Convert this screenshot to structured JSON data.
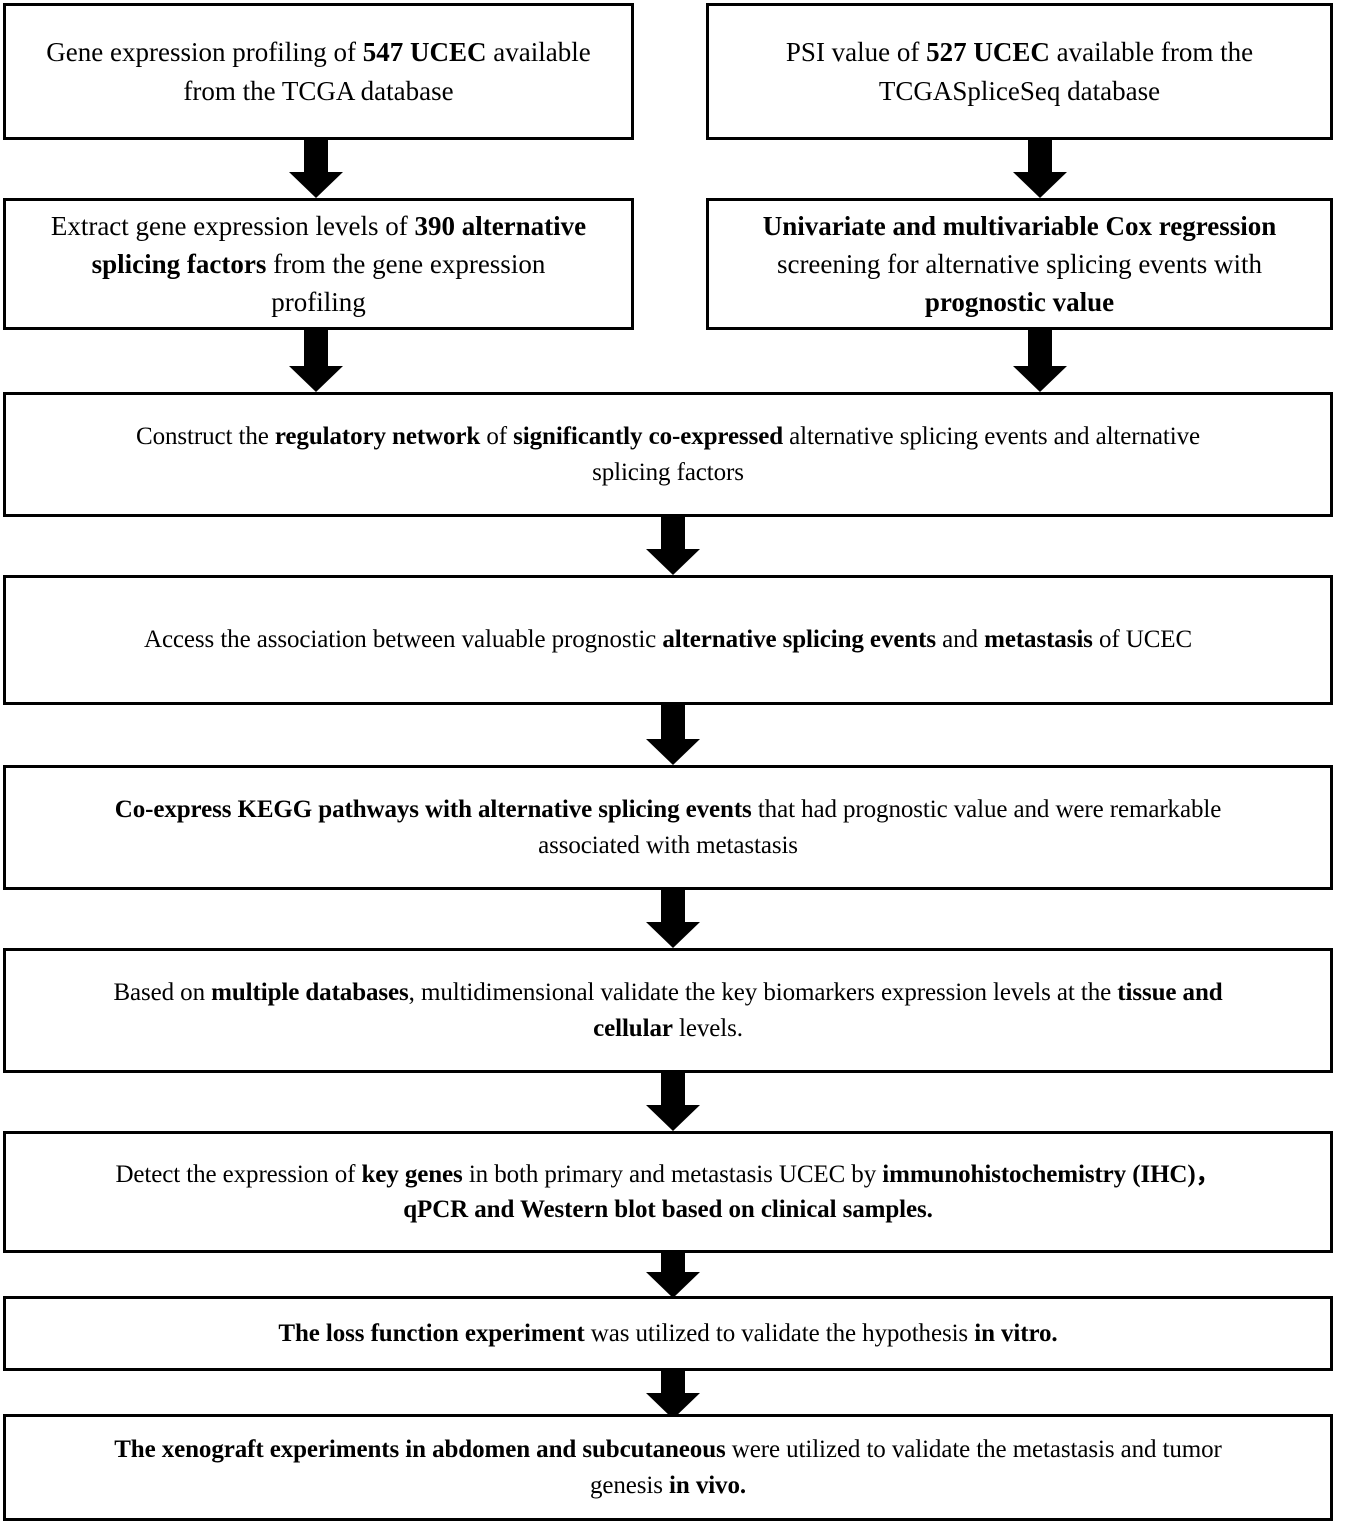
{
  "diagram": {
    "title": "Study design flowchart for alternative splicing analysis in UCEC",
    "theme": {
      "line_color": "#000000",
      "box_fill": "#ffffff",
      "text_color": "#000000"
    },
    "nodes": [
      {
        "id": "n1",
        "name": "gene-expression-profiling-box",
        "lines": [
          [
            {
              "t": "Gene expression profiling of ",
              "b": false
            },
            {
              "t": "547 UCEC",
              "b": true
            },
            {
              "t": " available",
              "b": false
            }
          ],
          [
            {
              "t": "from the TCGA database",
              "b": false
            }
          ]
        ],
        "plain": "Gene expression profiling of 547 UCEC available from the TCGA database"
      },
      {
        "id": "n2",
        "name": "psi-value-box",
        "lines": [
          [
            {
              "t": "PSI value of ",
              "b": false
            },
            {
              "t": "527 UCEC",
              "b": true
            },
            {
              "t": " available from the",
              "b": false
            }
          ],
          [
            {
              "t": "TCGASpliceSeq database",
              "b": false
            }
          ]
        ],
        "plain": "PSI value of 527 UCEC available from the TCGASpliceSeq database"
      },
      {
        "id": "n3",
        "name": "extract-splicing-factors-box",
        "lines": [
          [
            {
              "t": "Extract gene expression levels of ",
              "b": false
            },
            {
              "t": "390 alternative",
              "b": true
            }
          ],
          [
            {
              "t": "splicing factors",
              "b": true
            },
            {
              "t": " from the gene expression",
              "b": false
            }
          ],
          [
            {
              "t": "profiling",
              "b": false
            }
          ]
        ],
        "plain": "Extract gene expression levels of 390 alternative splicing factors from the gene expression profiling"
      },
      {
        "id": "n4",
        "name": "cox-regression-screening-box",
        "lines": [
          [
            {
              "t": "Univariate and multivariable Cox regression",
              "b": true
            }
          ],
          [
            {
              "t": "screening for alternative splicing events with",
              "b": false
            }
          ],
          [
            {
              "t": "prognostic value",
              "b": true
            }
          ]
        ],
        "plain": "Univariate and multivariable Cox regression screening for alternative splicing events with prognostic value"
      },
      {
        "id": "n5",
        "name": "regulatory-network-box",
        "lines": [
          [
            {
              "t": "Construct the ",
              "b": false
            },
            {
              "t": "regulatory network",
              "b": true
            },
            {
              "t": " of ",
              "b": false
            },
            {
              "t": "significantly co-expressed",
              "b": true
            },
            {
              "t": " alternative splicing events and alternative",
              "b": false
            }
          ],
          [
            {
              "t": "splicing factors",
              "b": false
            }
          ]
        ],
        "plain": "Construct the regulatory network of significantly co-expressed alternative splicing events and alternative splicing factors"
      },
      {
        "id": "n6",
        "name": "association-metastasis-box",
        "lines": [
          [
            {
              "t": "Access the association between valuable prognostic ",
              "b": false
            },
            {
              "t": "alternative splicing events",
              "b": true
            },
            {
              "t": " and ",
              "b": false
            },
            {
              "t": "metastasis",
              "b": true
            },
            {
              "t": " of UCEC",
              "b": false
            }
          ]
        ],
        "plain": "Access the association between valuable prognostic alternative splicing events and metastasis of UCEC"
      },
      {
        "id": "n7",
        "name": "kegg-pathways-box",
        "lines": [
          [
            {
              "t": "Co-express KEGG pathways with alternative splicing events",
              "b": true
            },
            {
              "t": " that had prognostic value and were remarkable",
              "b": false
            }
          ],
          [
            {
              "t": "associated with metastasis",
              "b": false
            }
          ]
        ],
        "plain": "Co-express KEGG pathways with alternative splicing events that had prognostic value and were remarkable associated with metastasis"
      },
      {
        "id": "n8",
        "name": "multiple-databases-validation-box",
        "lines": [
          [
            {
              "t": "Based on ",
              "b": false
            },
            {
              "t": "multiple databases",
              "b": true
            },
            {
              "t": ", multidimensional validate the key biomarkers expression levels at the ",
              "b": false
            },
            {
              "t": "tissue and",
              "b": true
            }
          ],
          [
            {
              "t": "cellular",
              "b": true
            },
            {
              "t": " levels.",
              "b": false
            }
          ]
        ],
        "plain": "Based on multiple databases, multidimensional validate the key biomarkers expression levels at the tissue and cellular levels."
      },
      {
        "id": "n9",
        "name": "ihc-qpcr-western-blot-box",
        "lines": [
          [
            {
              "t": "Detect the expression of ",
              "b": false
            },
            {
              "t": "key genes",
              "b": true
            },
            {
              "t": " in both primary and metastasis UCEC by ",
              "b": false
            },
            {
              "t": "immunohistochemistry (IHC)，",
              "b": true
            }
          ],
          [
            {
              "t": "qPCR and Western blot based on clinical samples.",
              "b": true
            }
          ]
        ],
        "plain": "Detect the expression of key genes in both primary and metastasis UCEC by immunohistochemistry (IHC), qPCR and Western blot based on clinical samples."
      },
      {
        "id": "n10",
        "name": "loss-function-experiment-box",
        "lines": [
          [
            {
              "t": "The loss function experiment",
              "b": true
            },
            {
              "t": " was utilized to validate the hypothesis ",
              "b": false
            },
            {
              "t": "in vitro.",
              "b": true
            }
          ]
        ],
        "plain": "The loss function experiment was utilized to validate the hypothesis in vitro."
      },
      {
        "id": "n11",
        "name": "xenograft-experiments-box",
        "lines": [
          [
            {
              "t": "The xenograft experiments in abdomen and subcutaneous",
              "b": true
            },
            {
              "t": " were utilized to validate the metastasis and tumor",
              "b": false
            }
          ],
          [
            {
              "t": "genesis ",
              "b": false
            },
            {
              "t": "in vivo.",
              "b": true
            }
          ]
        ],
        "plain": "The xenograft experiments in abdomen and subcutaneous were utilized to validate the metastasis and tumor genesis in vivo."
      }
    ],
    "connectors": [
      {
        "name": "arrow-n1-to-n3",
        "from": "n1",
        "to": "n3"
      },
      {
        "name": "arrow-n2-to-n4",
        "from": "n2",
        "to": "n4"
      },
      {
        "name": "arrow-n3-to-n5",
        "from": "n3",
        "to": "n5"
      },
      {
        "name": "arrow-n4-to-n5",
        "from": "n4",
        "to": "n5"
      },
      {
        "name": "arrow-n5-to-n6",
        "from": "n5",
        "to": "n6"
      },
      {
        "name": "arrow-n6-to-n7",
        "from": "n6",
        "to": "n7"
      },
      {
        "name": "arrow-n7-to-n8",
        "from": "n7",
        "to": "n8"
      },
      {
        "name": "arrow-n8-to-n9",
        "from": "n8",
        "to": "n9"
      },
      {
        "name": "arrow-n9-to-n10",
        "from": "n9",
        "to": "n10"
      },
      {
        "name": "arrow-n10-to-n11",
        "from": "n10",
        "to": "n11"
      }
    ]
  }
}
